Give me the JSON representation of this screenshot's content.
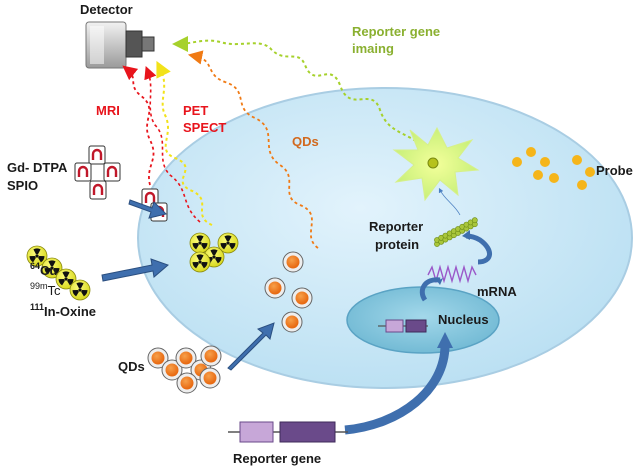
{
  "labels": {
    "detector": "Detector",
    "mri": "MRI",
    "pet": "PET",
    "spect": "SPECT",
    "qds_path": "QDs",
    "reporter_imaging_line1": "Reporter gene",
    "reporter_imaging_line2": "imaing",
    "probe": "Probe",
    "gd_dtpa": "Gd- DTPA",
    "spio": "SPIO",
    "cu_sup": "64",
    "cu": "Cu",
    "tc_sup": "99m",
    "tc": "Tc",
    "in_sup": "111",
    "in_oxine": "In-Oxine",
    "reporter_protein_line1": "Reporter",
    "reporter_protein_line2": "protein",
    "mrna": "mRNA",
    "nucleus": "Nucleus",
    "qds": "QDs",
    "reporter_gene": "Reporter gene"
  },
  "colors": {
    "mri": "#e8141c",
    "pet_spect": "#e8141c",
    "yellow_path": "#f2e21a",
    "qds_path": "#f07a14",
    "qds_text": "#d2691e",
    "reporter_path": "#a6d12b",
    "reporter_text": "#8ab030",
    "cell_fill": "#cfe9f7",
    "nucleus_fill": "#8ccbe1",
    "arrow_blue": "#3f6fae"
  },
  "icons": {
    "detector": "camera-detector-icon",
    "radioactive": "radiation-trefoil-icon",
    "magnet": "mri-contrast-icon",
    "quantum_dot": "quantum-dot-icon",
    "probe": "probe-dot-icon",
    "signal": "light-burst-icon"
  }
}
